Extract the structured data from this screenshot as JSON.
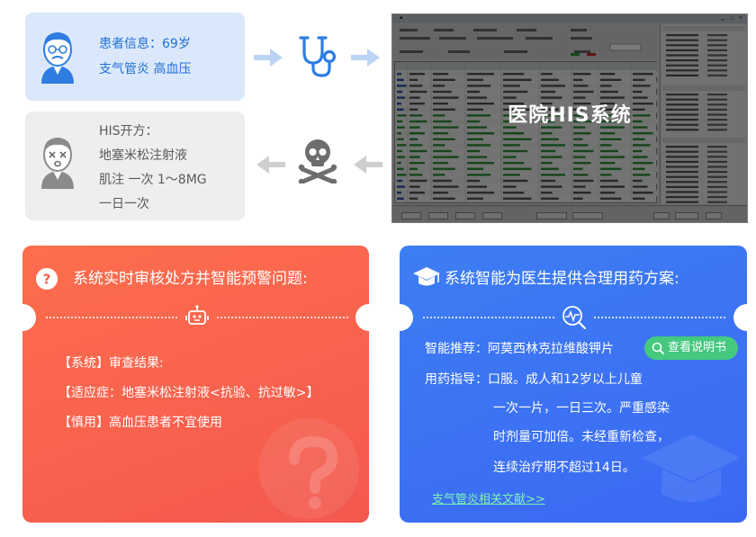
{
  "patient": {
    "line1": "患者信息：69岁",
    "line2": "支气管炎  高血压"
  },
  "prescription": {
    "line1": "HIS开方：",
    "line2": "地塞米松注射液",
    "line3": "肌注  一次 1～8MG",
    "line4": "一日一次"
  },
  "his_screenshot": {
    "label": "医院HIS系统"
  },
  "warning_card": {
    "title": "系统实时审核处方并智能预警问题:",
    "line1": "【系统】审查结果:",
    "line2": "【适应症：地塞米松注射液<抗验、抗过敏>】",
    "line3": "【慎用】高血压患者不宜使用",
    "color": "#f75f4d"
  },
  "plan_card": {
    "title": "系统智能为医生提供合理用药方案:",
    "rec_label": "智能推荐：阿莫西林克拉维酸钾片",
    "manual_button": "查看说明书",
    "guide1": "用药指导：口服。成人和12岁以上儿童",
    "guide2": "一次一片，一日三次。严重感染",
    "guide3": "时剂量可加倍。未经重新检查，",
    "guide4": "连续治疗期不超过14日。",
    "literature_link": "支气管炎相关文献>>",
    "color": "#3d72f3"
  },
  "icons": {
    "patient_avatar": "elderly-man-icon",
    "sick_avatar": "sick-elderly-man-icon",
    "stethoscope": "stethoscope-icon",
    "skull": "skull-crossbones-icon",
    "question": "question-icon",
    "robot": "robot-icon",
    "graduation_cap": "graduation-cap-icon",
    "search_pulse": "search-pulse-icon",
    "search": "search-icon"
  }
}
